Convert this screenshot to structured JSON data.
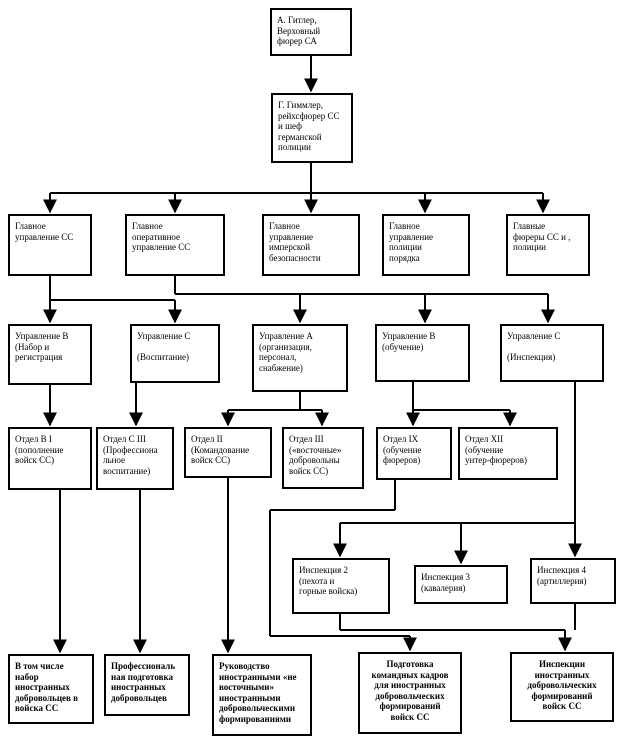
{
  "nodes": {
    "hitler": "А.          Гитлер,\nВерховный\nфюрер СА",
    "himmler": "Г. Гиммлер,\nрейхсфюрер СС\nи шеф\nгерманской\nполиции",
    "main_admin": "Главное\nуправление СС",
    "main_oper": "Главное\nоперативное\nуправление СС",
    "imperial_security": "Главное\nуправление\nимперской\nбезопасности",
    "order_police": "Главное\nуправление\nполиции\nпорядка",
    "chief_fuhrers": "Главные\nфюреры СС и   ,\nполиции",
    "admin_b_left": "Управление В\n(Набор и\nрегистрация",
    "admin_c_left": "Управление С\n\n(Воспитание)",
    "admin_a": "Управление А\n(организация,\nперсонал,\nснабжение)",
    "admin_b_right": "Управление В\n(обучение)",
    "admin_c_right": "Управление С\n\n(Инспекция)",
    "dept_b1": "Отдел В I\n(пополнение\nвойск СС)",
    "dept_c3": "Отдел С III\n(Профессиона\nльное\nвоспитание)",
    "dept_2": "Отдел II\n(Командование\nвойск СС)",
    "dept_3": "Отдел III\n(«восточные»\nдобровольны\nвойск СС)",
    "dept_9": "Отдел IX\n(обучение\nфюреров)",
    "dept_12": "Отдел          XII\n(обучение\nунтер-фюреров)",
    "insp_2": "Инспекция 2\n(пехота          и\nгорные войска)",
    "insp_3": "Инспекция 3\n(кавалерия)",
    "insp_4": "Инспекция 4\n(артиллерия)",
    "bottom_1": "В том числе\nнабор\nиностранных\nдобровольцев в\nвойска СС",
    "bottom_2": "Профессиональ\nная подготовка\nиностранных\nдобровольцев",
    "bottom_3": "Руководство\nиностранными «не\nвосточными»\nиностранными\nдобровольческими\nформированиями",
    "bottom_4": "Подготовка\nкомандных кадров\nдля иностранных\nдобровольческих\nформирований\nвойск СС",
    "bottom_5": "Инспекции\nиностранных\nдобровольческих\nформирований\nвойск СС"
  }
}
